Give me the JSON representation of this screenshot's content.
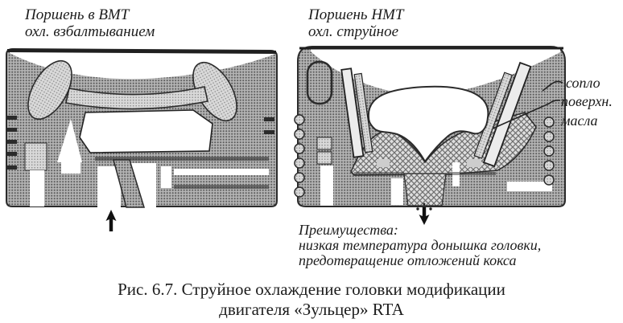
{
  "figure": {
    "left_panel": {
      "title_line1": "Поршень в ВМТ",
      "title_line2": "охл. взбалтыванием",
      "flow_arrow_icon": "up-arrow"
    },
    "right_panel": {
      "title_line1": "Поршень НМТ",
      "title_line2": "охл. струйное",
      "callout_nozzle": "сопло",
      "callout_oil_surface_line1": "поверхн.",
      "callout_oil_surface_line2": "масла",
      "advantages_title": "Преимущества:",
      "advantages_line1": "низкая температура донышка головки,",
      "advantages_line2": "предотвращение отложений кокса",
      "flow_arrow_icon": "down-arrow"
    },
    "caption": {
      "line1": "Рис. 6.7. Струйное охлаждение головки модификации",
      "line2": "двигателя «Зульцер» RTA"
    },
    "colors": {
      "ink": "#1c1c1c",
      "diagram_gray": "#8f8f8f",
      "diagram_light_gray": "#c9c9c9",
      "oil_hatch_gray": "#d8d8d8",
      "paper": "#ffffff"
    }
  }
}
